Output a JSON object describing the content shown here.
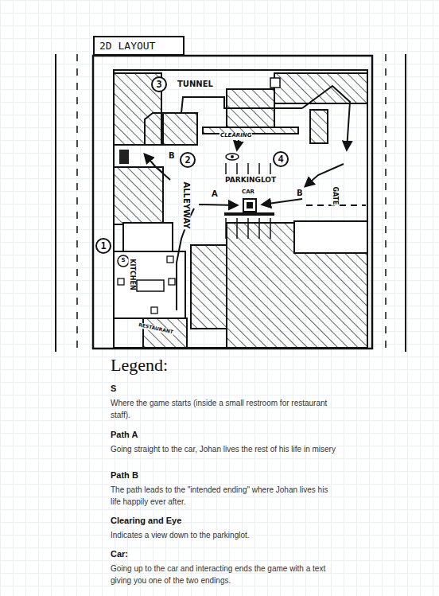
{
  "diagram": {
    "nodes": [
      {
        "text": [
          "2D LAYOUT"
        ]
      },
      {
        "text": [
          "3"
        ]
      },
      {
        "text": [
          "2"
        ]
      },
      {
        "text": [
          "4"
        ]
      },
      {
        "text": [
          "1"
        ]
      }
    ],
    "edges": [],
    "labels": [
      "TUNNEL",
      "CLEARING",
      "PARKINGLOT",
      "CAR",
      "A",
      "B",
      "B",
      "ALLEYWAY",
      "GATE",
      "KITCHEN",
      "RESTAURANT",
      "S",
      "Legend:",
      "S",
      "Where the game starts (inside a small restroom for restaurant staff).",
      "Path A",
      "Going straight to the car, Johan lives the rest of his life in misery",
      "Path B",
      "The path leads to the \"intended ending\" where Johan lives his life happily ever after.",
      "Clearing and Eye",
      "Indicates a view down to the parkinglot.",
      "Car:",
      "Going up to the car and interacting ends the game with a text giving you one of the two endings."
    ]
  }
}
